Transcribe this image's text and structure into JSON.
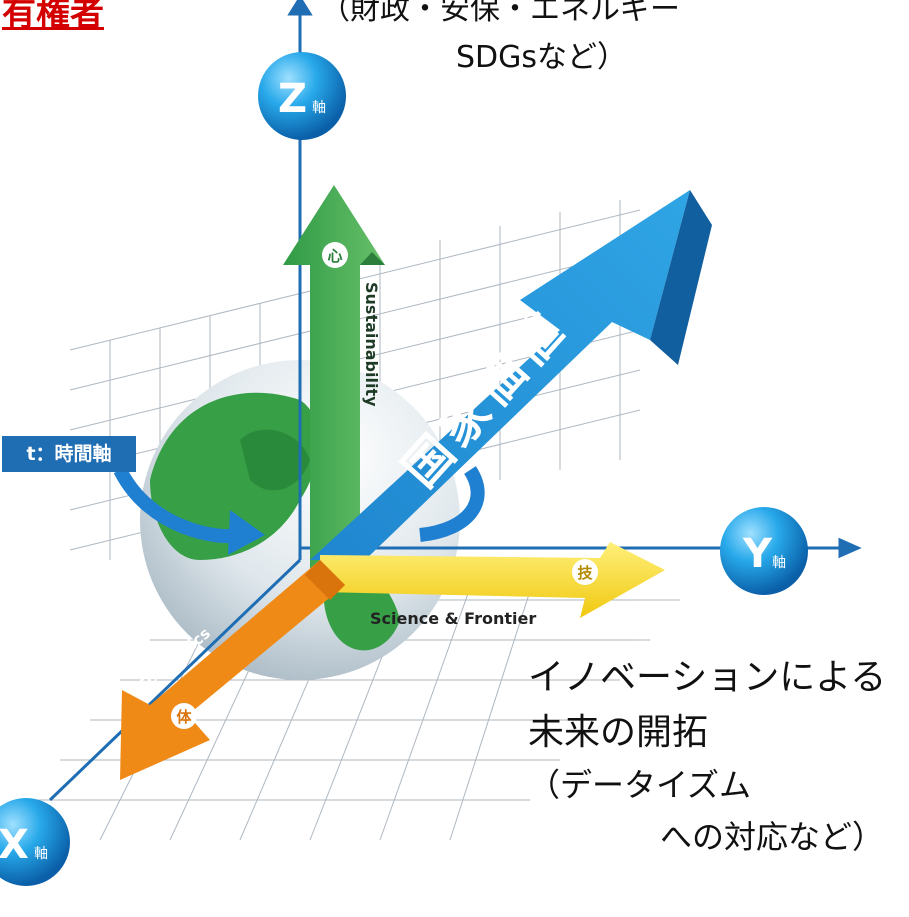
{
  "top": {
    "left_label": "有権者",
    "caption_line1": "（財政・安保・エネルギー",
    "caption_line2": "SDGsなど）"
  },
  "axes": {
    "z_label": "Z",
    "y_label": "Y",
    "x_label": "X",
    "axis_suffix": "軸",
    "time_label": "t：時間軸"
  },
  "arrows": {
    "green_label": "Sustainability",
    "green_badge": "心",
    "yellow_label": "Science & Frontier",
    "yellow_badge": "技",
    "orange_label": "Economics",
    "orange_badge": "体",
    "blue_label": "国家価値"
  },
  "right_text": {
    "line1": "イノベーションによる",
    "line2": "未来の開拓",
    "line3": "（データイズム",
    "line4": "への対応など）"
  },
  "colors": {
    "axis_blue": "#1f6db3",
    "sphere_blue": "#1e9be0",
    "green": "#3aa64a",
    "yellow": "#f3d21b",
    "orange": "#ef8a17",
    "arrow_blue": "#1a8fd6",
    "grid": "#9aa6b2",
    "red_heading": "#d40000"
  }
}
